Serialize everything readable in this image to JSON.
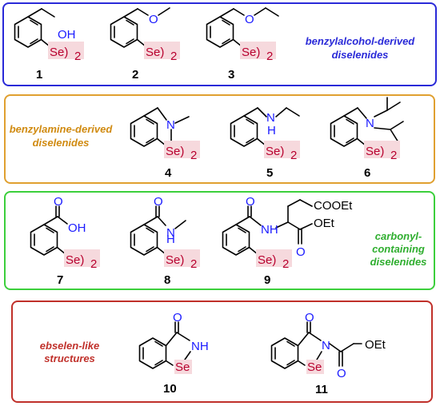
{
  "colors": {
    "blue": "#2a2ad8",
    "orange": "#e0a030",
    "green": "#3ccf3c",
    "red": "#c0302a",
    "O": "#1a1aff",
    "N": "#1a1aff",
    "Se": "#b8002e",
    "se_bg": "#f6d9dd"
  },
  "groups": {
    "benzylalcohol": {
      "caption": [
        "benzylalcohol-derived",
        "diselenides"
      ]
    },
    "benzylamine": {
      "caption": [
        "benzylamine-derived",
        "diselenides"
      ]
    },
    "carbonyl": {
      "caption": [
        "carbonyl-",
        "containing",
        "diselenides"
      ]
    },
    "ebselen": {
      "caption": [
        "ebselen-like",
        "structures"
      ]
    }
  },
  "labels": {
    "oh": "OH",
    "o": "O",
    "n": "N",
    "h": "H",
    "nh": "NH",
    "se": "Se",
    "se2": "Se)",
    "sub2": "2",
    "oet": "OEt",
    "cooet": "COOEt"
  },
  "compounds": [
    "1",
    "2",
    "3",
    "4",
    "5",
    "6",
    "7",
    "8",
    "9",
    "10",
    "11"
  ]
}
